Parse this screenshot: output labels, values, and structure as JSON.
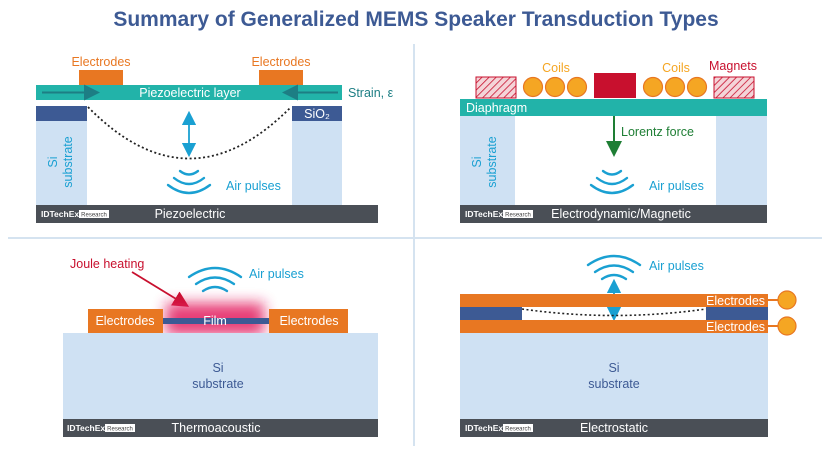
{
  "title": "Summary of Generalized MEMS Speaker Transduction Types",
  "brand": {
    "name": "IDTechEx",
    "tag": "Research"
  },
  "colors": {
    "orange": "#e87722",
    "teal": "#22b3a9",
    "blue_text": "#1aa0d2",
    "navy": "#3d5a94",
    "light_blue": "#cfe1f3",
    "dark_gray": "#4a4f56",
    "crimson": "#c8102e",
    "green": "#1e7e34",
    "coil": "#f5a623"
  },
  "panels": {
    "piezo": {
      "name": "Piezoelectric",
      "electrodes_left": "Electrodes",
      "electrodes_right": "Electrodes",
      "layer": "Piezoelectric layer",
      "strain": "Strain, ε",
      "oxide": "SiO₂",
      "substrate_line1": "Si",
      "substrate_line2": "substrate",
      "air": "Air pulses"
    },
    "electrodynamic": {
      "name": "Electrodynamic/Magnetic",
      "coils_left": "Coils",
      "coils_right": "Coils",
      "magnets": "Magnets",
      "diaphragm": "Diaphragm",
      "force": "Lorentz force",
      "substrate_line1": "Si",
      "substrate_line2": "substrate",
      "air": "Air pulses"
    },
    "thermo": {
      "name": "Thermoacoustic",
      "heating": "Joule heating",
      "air": "Air pulses",
      "electrodes_left": "Electrodes",
      "electrodes_right": "Electrodes",
      "film": "Film",
      "substrate_line1": "Si",
      "substrate_line2": "substrate"
    },
    "electrostatic": {
      "name": "Electrostatic",
      "air": "Air pulses",
      "electrodes_top": "Electrodes",
      "electrodes_bottom": "Electrodes",
      "substrate_line1": "Si",
      "substrate_line2": "substrate"
    }
  }
}
